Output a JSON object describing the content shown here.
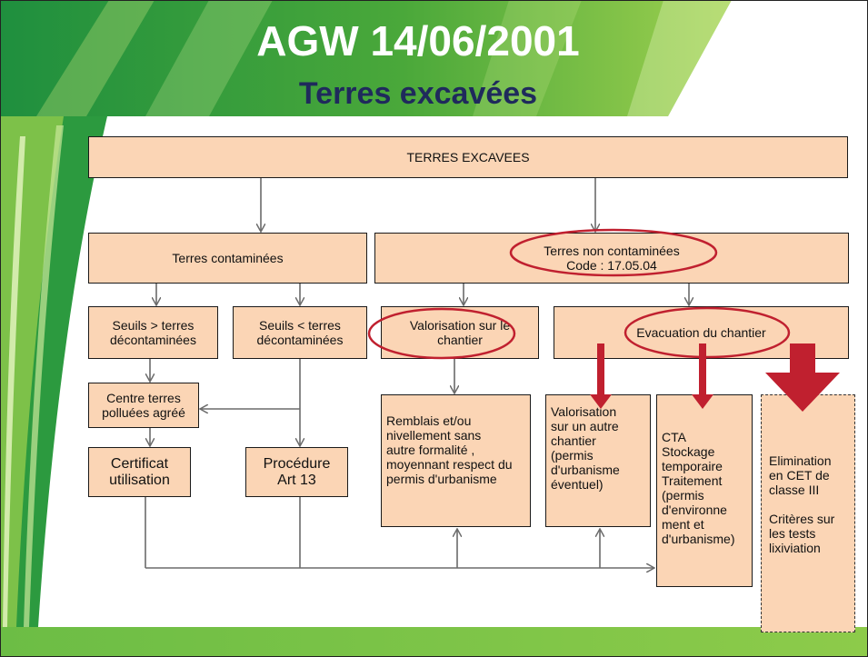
{
  "slide": {
    "title": "AGW 14/06/2001",
    "subtitle": "Terres excavées",
    "colors": {
      "green_dark": "#1f8f3e",
      "green_light": "#7cc24a",
      "box_fill": "#fbd5b5",
      "highlight_oval": "#c0202f",
      "arrow_red": "#c0202f",
      "title_blue": "#1f2a5c"
    }
  },
  "diagram": {
    "root": "TERRES EXCAVEES",
    "contaminated": "Terres contaminées",
    "non_contaminated": "Terres non contaminées\nCode : 17.05.04",
    "seuils_gt": "Seuils > terres\ndécontaminées",
    "seuils_lt": "Seuils < terres\ndécontaminées",
    "valorisation_site": "Valorisation sur le\nchantier",
    "evacuation": "Evacuation du chantier",
    "centre": "Centre terres\npolluées agréé",
    "certificat": "Certificat\nutilisation",
    "procedure": "Procédure\nArt 13",
    "remblais": "Remblais et/ou\nnivellement  sans\nautre formalité ,\nmoyennant respect du\npermis d'urbanisme",
    "valorisation_autre": "Valorisation\nsur un autre\nchantier\n(permis\nd'urbanisme\néventuel)",
    "cta": "CTA\nStockage\ntemporaire\nTraitement\n(permis\nd'environne\nment et\nd'urbanisme)",
    "elimination": "Elimination\nen CET de\nclasse III\n\nCritères sur\nles tests\nlixiviation"
  }
}
